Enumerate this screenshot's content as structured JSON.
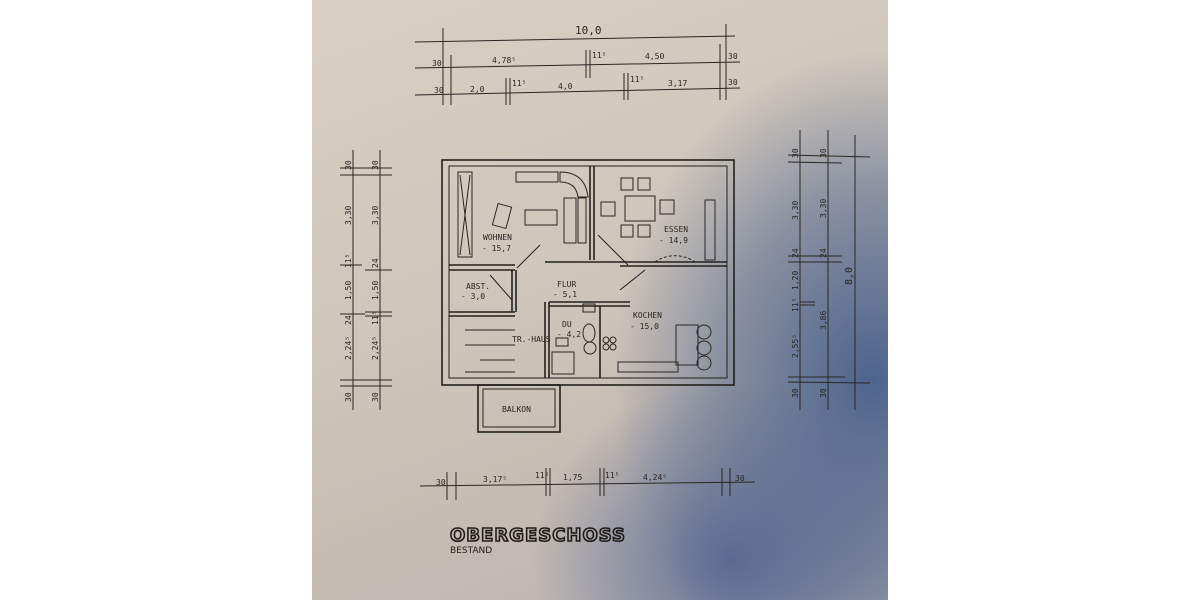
{
  "plan": {
    "title": "OBERGESCHOSS",
    "subtitle": "BESTAND",
    "rooms": [
      {
        "name": "WOHNEN",
        "area": "- 15,7"
      },
      {
        "name": "ESSEN",
        "area": "- 14,9"
      },
      {
        "name": "ABST.",
        "area": "- 3,0"
      },
      {
        "name": "FLUR",
        "area": "- 5,1"
      },
      {
        "name": "DU",
        "area": "- 4,2"
      },
      {
        "name": "KOCHEN",
        "area": "- 15,0"
      },
      {
        "name": "TR.-HAUS",
        "area": ""
      },
      {
        "name": "BALKON",
        "area": ""
      }
    ],
    "dimensions": {
      "top_total": "10,0",
      "top_row1": [
        "30",
        "4,78⁵",
        "11⁵",
        "4,50",
        "30"
      ],
      "top_row2": [
        "30",
        "2,0",
        "11⁵",
        "4,0",
        "11⁵",
        "3,17",
        "30"
      ],
      "bottom": [
        "30",
        "3,17⁵",
        "11⁵",
        "1,75",
        "11⁵",
        "4,24⁵",
        "30"
      ],
      "left_outer": [
        "30",
        "3,30",
        "11⁵",
        "1,50",
        "24",
        "2,24⁵",
        "30"
      ],
      "left_inner": [
        "30",
        "3,30",
        "24",
        "1,50",
        "11⁵",
        "2,24⁵",
        "30"
      ],
      "right_outer": [
        "30",
        "3,30",
        "24",
        "1,20",
        "11⁵",
        "2,55⁵",
        "30"
      ],
      "right_inner": [
        "30",
        "3,30",
        "24",
        "3,86",
        "30"
      ],
      "right_total": "8,0"
    }
  }
}
